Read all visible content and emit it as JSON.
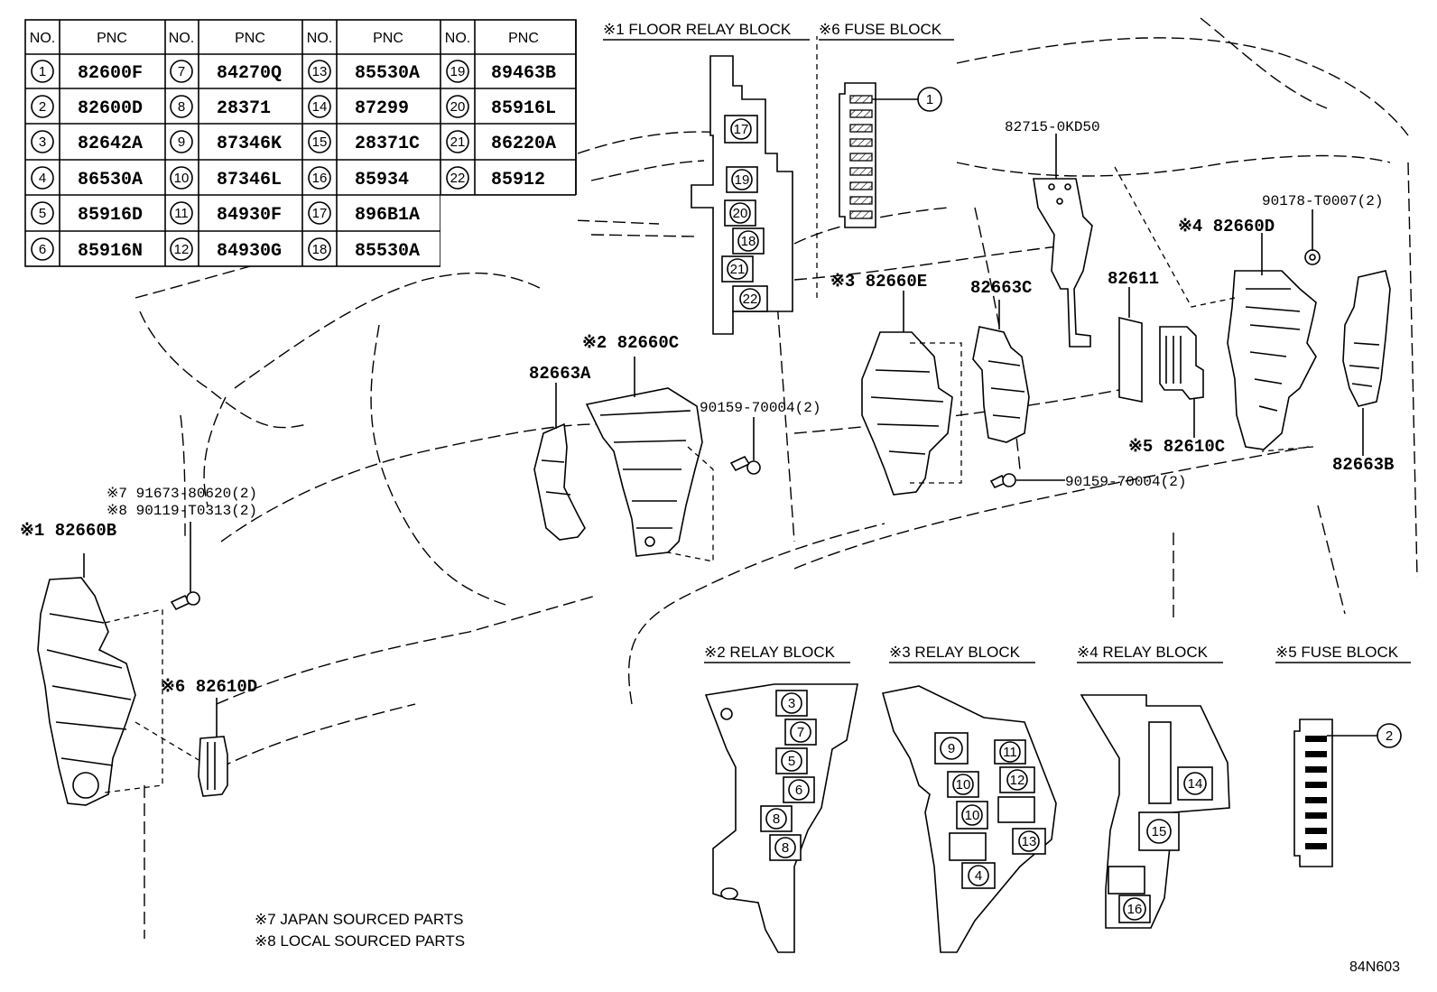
{
  "table": {
    "header": {
      "no": "NO.",
      "pnc": "PNC"
    },
    "rows": [
      [
        {
          "no": "1",
          "pnc": "82600F"
        },
        {
          "no": "7",
          "pnc": "84270Q"
        },
        {
          "no": "13",
          "pnc": "85530A"
        },
        {
          "no": "19",
          "pnc": "89463B"
        }
      ],
      [
        {
          "no": "2",
          "pnc": "82600D"
        },
        {
          "no": "8",
          "pnc": "28371"
        },
        {
          "no": "14",
          "pnc": "87299"
        },
        {
          "no": "20",
          "pnc": "85916L"
        }
      ],
      [
        {
          "no": "3",
          "pnc": "82642A"
        },
        {
          "no": "9",
          "pnc": "87346K"
        },
        {
          "no": "15",
          "pnc": "28371C"
        },
        {
          "no": "21",
          "pnc": "86220A"
        }
      ],
      [
        {
          "no": "4",
          "pnc": "86530A"
        },
        {
          "no": "10",
          "pnc": "87346L"
        },
        {
          "no": "16",
          "pnc": "85934"
        },
        {
          "no": "22",
          "pnc": "85912"
        }
      ],
      [
        {
          "no": "5",
          "pnc": "85916D"
        },
        {
          "no": "11",
          "pnc": "84930F"
        },
        {
          "no": "17",
          "pnc": "896B1A"
        }
      ],
      [
        {
          "no": "6",
          "pnc": "85916N"
        },
        {
          "no": "12",
          "pnc": "84930G"
        },
        {
          "no": "18",
          "pnc": "85530A"
        }
      ]
    ]
  },
  "headings": {
    "floor_relay_block": "※1 FLOOR RELAY BLOCK",
    "fuse_block_6": "※6 FUSE BLOCK",
    "relay_block_2": "※2 RELAY BLOCK",
    "relay_block_3": "※3 RELAY BLOCK",
    "relay_block_4": "※4 RELAY BLOCK",
    "fuse_block_5": "※5 FUSE BLOCK"
  },
  "callouts": {
    "c82715": "82715-0KD50",
    "c90178": "90178-T0007(2)",
    "c82660D": "※4 82660D",
    "c82660E": "※3 82660E",
    "c82663C": "82663C",
    "c82611": "82611",
    "c82660C": "※2 82660C",
    "c82663A": "82663A",
    "c90159a": "90159-70004(2)",
    "c90159b": "90159-70004(2)",
    "c82610C": "※5 82610C",
    "c82663B": "82663B",
    "c91673": "※7 91673-80620(2)",
    "c90119": "※8 90119-T0313(2)",
    "c82660B": "※1 82660B",
    "c82610D": "※6 82610D"
  },
  "block_numbers": {
    "fuse1": "1",
    "fuse2": "2",
    "floor": [
      "17",
      "19",
      "20",
      "18",
      "21",
      "22"
    ],
    "rb2": [
      "3",
      "7",
      "5",
      "6",
      "8",
      "8"
    ],
    "rb3": [
      "9",
      "11",
      "10",
      "12",
      "10",
      "13",
      "4"
    ],
    "rb4": [
      "14",
      "15",
      "16"
    ]
  },
  "notes": {
    "japan": "※7 JAPAN SOURCED PARTS",
    "local": "※8 LOCAL SOURCED PARTS"
  },
  "figure_code": "84N603"
}
